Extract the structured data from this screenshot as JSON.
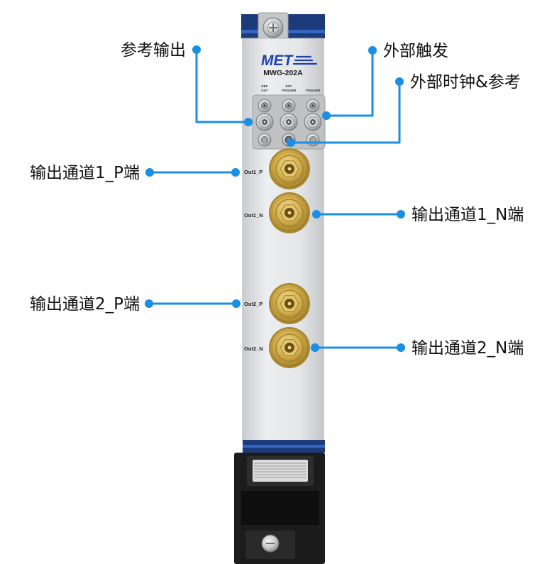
{
  "callouts": {
    "ref_out": "参考输出",
    "ext_trigger": "外部触发",
    "ext_clock_ref": "外部时钟&参考",
    "out1_p": "输出通道1_P端",
    "out1_n": "输出通道1_N端",
    "out2_p": "输出通道2_P端",
    "out2_n": "输出通道2_N端"
  },
  "module": {
    "logo": "MET",
    "model": "MWG-202A",
    "port_labels": [
      [
        "REF",
        "OUT"
      ],
      [
        "EXT",
        "TRIGGER"
      ],
      [
        "TRIGGER"
      ]
    ],
    "connector_labels": {
      "out1_p": "Out1_P",
      "out1_n": "Out1_N",
      "out2_p": "Out2_P",
      "out2_n": "Out2_N"
    }
  },
  "colors": {
    "accent": "#1a8fe3",
    "logo": "#1f44a8",
    "panel_navy": "#1d3b7a",
    "connector_gold": "#d4b04f",
    "handle": "#1c1c1c"
  }
}
